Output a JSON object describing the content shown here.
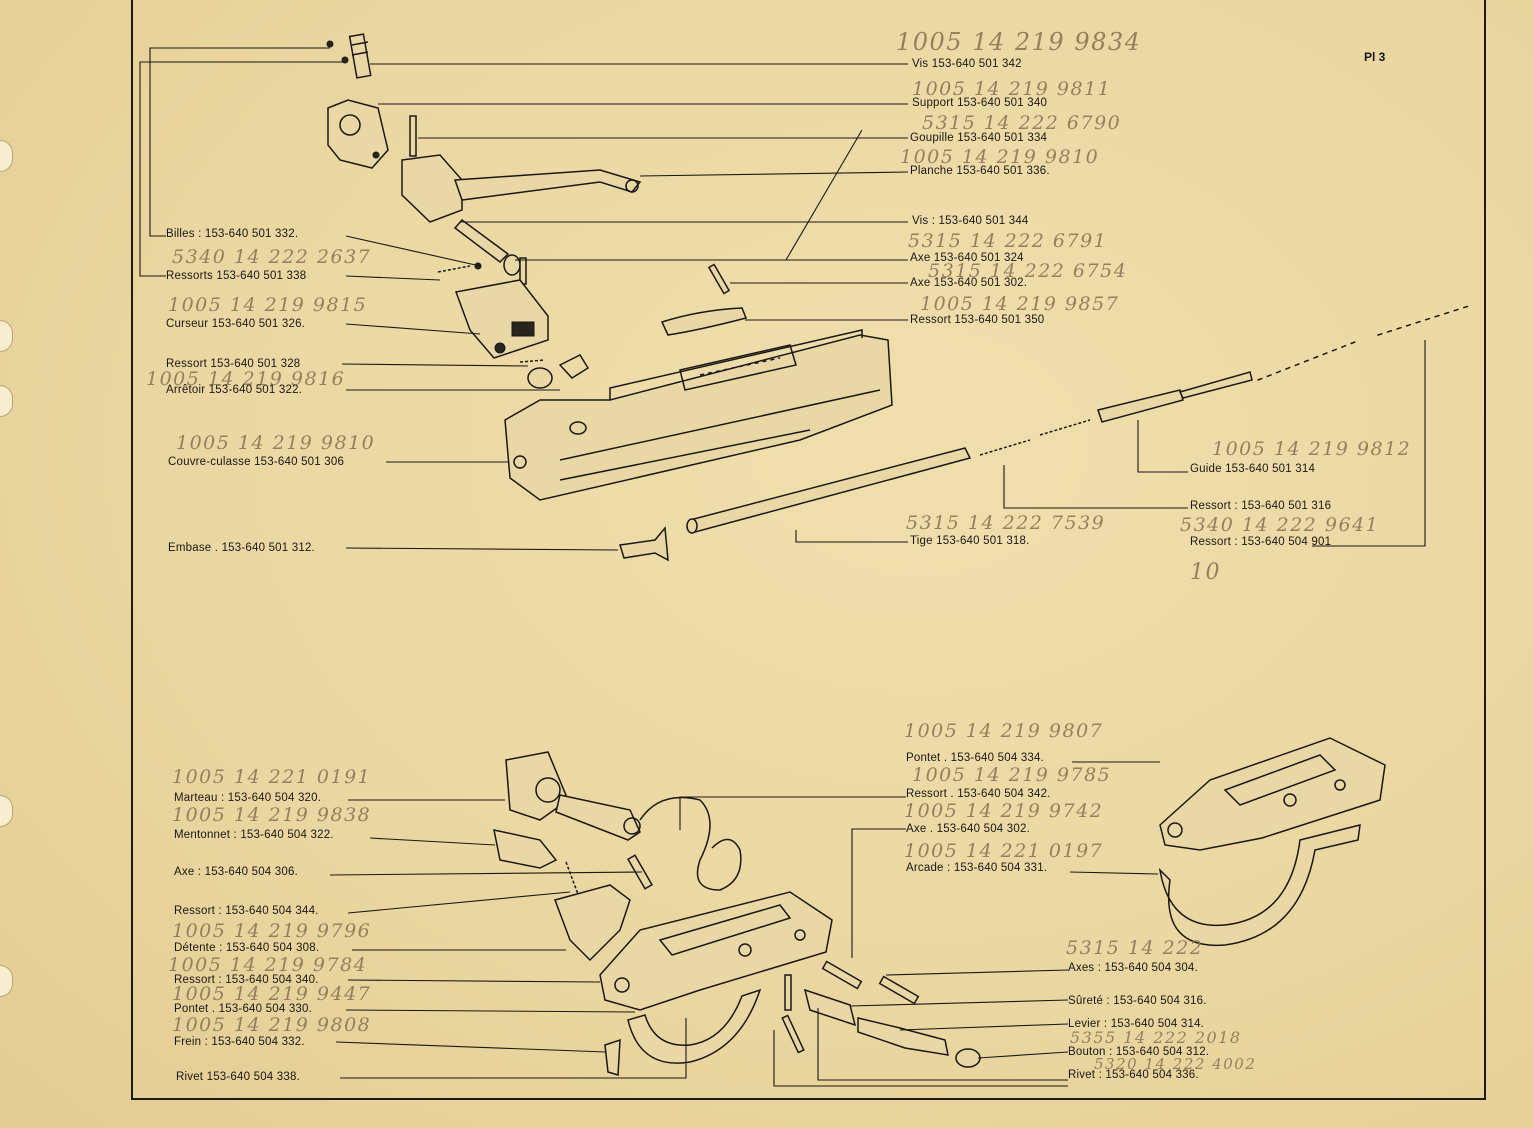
{
  "plate": "Pl 3",
  "top": {
    "hw_header": "1005 14 219 9834",
    "labels": [
      {
        "text": "Vis   153-640 501 342",
        "hw": ""
      },
      {
        "text": "Support   153-640 501 340",
        "hw": "1005 14 219 9811"
      },
      {
        "text": "Goupille   153-640 501 334",
        "hw": "5315 14 222 6790"
      },
      {
        "text": "Planche   153-640 501 336.",
        "hw": "1005 14 219 9810"
      },
      {
        "text": "Vis :  153-640 501 344",
        "hw": ""
      },
      {
        "text": "Axe   153-640 501 324",
        "hw": "5315 14 222 6791"
      },
      {
        "text": "Axe   153-640 501 302.",
        "hw": "5315 14 222 6754"
      },
      {
        "text": "Ressort   153-640 501 350",
        "hw": "1005 14 219 9857"
      },
      {
        "text": "Billes :  153-640 501 332.",
        "hw": ""
      },
      {
        "text": "Ressorts   153-640 501 338",
        "hw": "5340 14 222 2637"
      },
      {
        "text": "Curseur   153-640 501 326.",
        "hw": "1005 14 219 9815"
      },
      {
        "text": "Ressort   153-640 501 328",
        "hw": ""
      },
      {
        "text": "Arrêtoir   153-640 501 322.",
        "hw": "1005 14 219 9816"
      },
      {
        "text": "Couvre-culasse   153-640 501 306",
        "hw": "1005 14 219 9810"
      },
      {
        "text": "Embase .  153-640 501 312.",
        "hw": ""
      },
      {
        "text": "Tige   153-640 501 318.",
        "hw": "5315 14 222 7539"
      },
      {
        "text": "Guide   153-640 501 314",
        "hw": "1005 14 219 9812"
      },
      {
        "text": "Ressort :  153-640 501 316",
        "hw": ""
      },
      {
        "text": "Ressort :  153-640 504 901",
        "hw": "5340 14 222 9641"
      }
    ],
    "hw_extra": "10"
  },
  "bottom": {
    "labels": [
      {
        "text": "Pontet .  153-640 504 334.",
        "hw": "1005 14 219 9807"
      },
      {
        "text": "Ressort .  153-640 504 342.",
        "hw": "1005 14 219 9785"
      },
      {
        "text": "Axe .  153-640 504 302.",
        "hw": "1005 14 219 9742"
      },
      {
        "text": "Arcade :  153-640 504 331.",
        "hw": "1005 14 221 0197"
      },
      {
        "text": "Marteau :  153-640 504 320.",
        "hw": "1005 14 221 0191"
      },
      {
        "text": "Mentonnet :  153-640 504 322.",
        "hw": "1005 14 219 9838"
      },
      {
        "text": "Axe :  153-640 504 306.",
        "hw": ""
      },
      {
        "text": "Ressort :  153-640 504 344.",
        "hw": ""
      },
      {
        "text": "Détente :  153-640 504 308.",
        "hw": "1005 14 219 9796"
      },
      {
        "text": "Ressort :  153-640 504 340.",
        "hw": "1005 14 219 9784"
      },
      {
        "text": "Pontet .  153-640 504 330.",
        "hw": "1005 14 219 9447"
      },
      {
        "text": "Frein :  153-640 504 332.",
        "hw": "1005 14 219 9808"
      },
      {
        "text": "Rivet   153-640 504 338.",
        "hw": ""
      },
      {
        "text": "Axes :  153-640 504 304.",
        "hw": "5315 14 222"
      },
      {
        "text": "Sûreté :  153-640 504 316.",
        "hw": ""
      },
      {
        "text": "Levier :  153-640 504 314.",
        "hw": ""
      },
      {
        "text": "Bouton :  153-640 504 312.",
        "hw": "5355 14 222 2018"
      },
      {
        "text": "Rivet :  153-640 504 336.",
        "hw": "5320 14 222 4002"
      }
    ]
  }
}
